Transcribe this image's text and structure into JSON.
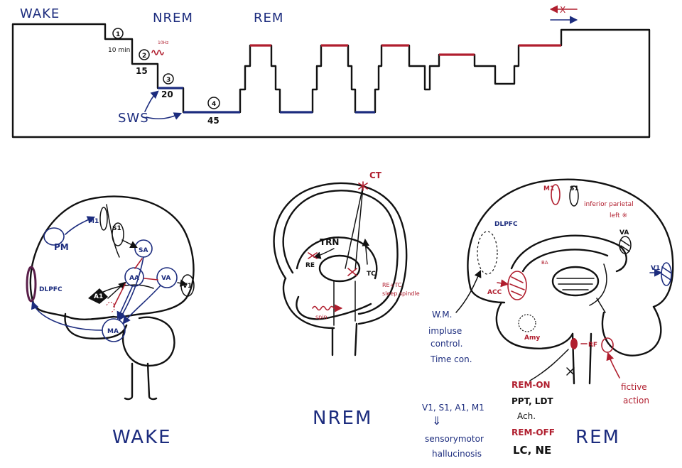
{
  "colors": {
    "ink": "#111111",
    "blue": "#1c2c7e",
    "red": "#b01e2e",
    "purple": "#5a1f4a"
  },
  "hypnogram": {
    "labels": {
      "wake": "WAKE",
      "nrem": "NREM",
      "rem": "REM"
    },
    "stages": [
      {
        "number": "1",
        "duration": "10 min"
      },
      {
        "number": "2",
        "duration": "15",
        "wave": "10Hz"
      },
      {
        "number": "3",
        "duration": "20"
      },
      {
        "number": "4",
        "duration": "45"
      }
    ],
    "sws": "SWS",
    "arrow_cross": "X"
  },
  "wake_panel": {
    "title": "WAKE",
    "regions": {
      "pm": "PM",
      "m1": "M1",
      "s1": "S1",
      "sa": "SA",
      "aa": "AA",
      "va": "VA",
      "v1": "V1",
      "a1": "A1",
      "ma": "MA",
      "dlpfc": "DLPFC"
    }
  },
  "nrem_panel": {
    "title": "NREM",
    "regions": {
      "ct": "CT",
      "trn": "TRN",
      "re": "RE",
      "tc": "TC",
      "spin": "spin"
    },
    "spindle_note": [
      "RE+TC",
      "sleep spindle"
    ]
  },
  "dlpfc_effects": [
    "W.M.",
    "impluse",
    "control.",
    "Time con."
  ],
  "sensory": {
    "areas": "V1, S1, A1, M1",
    "arrow": "⇓",
    "lines": [
      "sensorymotor",
      "hallucinosis"
    ]
  },
  "rem_panel": {
    "title": "REM",
    "regions": {
      "m1": "M1",
      "s1": "S1",
      "dlpfc": "DLPFC",
      "va": "VA",
      "v1": "V1",
      "acc": "ACC",
      "ba": "BA",
      "amy": "Amy",
      "rf": "RF"
    },
    "parietal_note": [
      "inferior parietal",
      "left ※"
    ],
    "fictive_note": [
      "fictive",
      "action"
    ],
    "rem_on": {
      "label": "REM-ON",
      "nuclei": "PPT, LDT",
      "transmitter": "Ach."
    },
    "rem_off": {
      "label": "REM-OFF",
      "nuclei": "LC, NE"
    }
  }
}
